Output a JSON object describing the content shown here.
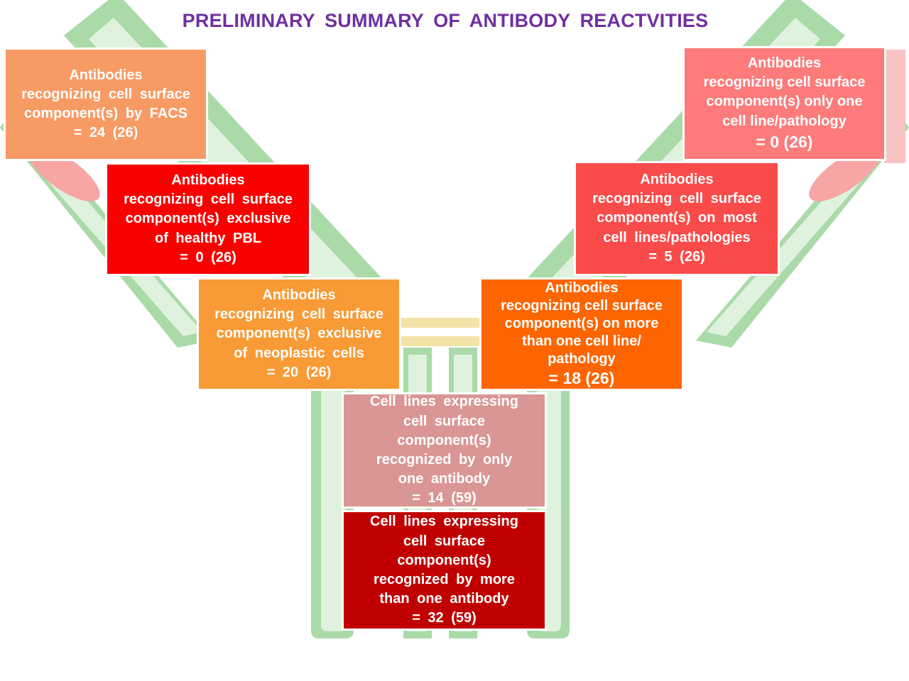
{
  "title": "PRELIMINARY  SUMMARY  OF ANTIBODY  REACTVITIES",
  "colors": {
    "title": "#7030a0",
    "antibody_shape_green": "#a8d8a8",
    "antibody_shape_pink": "#f7a5a5"
  },
  "boxes": {
    "facs": {
      "color": "#f79a64",
      "lines": [
        "Antibodies",
        "recognizing  cell  surface",
        "component(s)  by  FACS",
        "= 24  (26)"
      ]
    },
    "healthy_pbl": {
      "color": "#f80000",
      "lines": [
        "Antibodies",
        "recognizing  cell  surface",
        "component(s)  exclusive",
        "of healthy  PBL",
        "= 0 (26)"
      ]
    },
    "neoplastic": {
      "color": "#f89a35",
      "lines": [
        "Antibodies",
        "recognizing  cell  surface",
        "component(s)  exclusive",
        "of neoplastic  cells",
        "= 20 (26)"
      ]
    },
    "only_one": {
      "color": "#fd7b7b",
      "lines": [
        "Antibodies",
        "recognizing cell surface",
        "component(s) only one",
        "cell line/pathology",
        "= 0 (26)"
      ]
    },
    "most": {
      "color": "#fa4b4b",
      "lines": [
        "Antibodies",
        "recognizing  cell  surface",
        "component(s)  on most",
        "cell  lines/pathologies",
        "= 5 (26)"
      ]
    },
    "more_than_one": {
      "color": "#fd6500",
      "lines": [
        "Antibodies",
        "recognizing cell surface",
        "component(s) on more",
        "than one cell line/",
        "pathology",
        "= 18 (26)"
      ]
    },
    "cells_one_antibody": {
      "color": "#d99694",
      "lines": [
        "Cell  lines  expressing",
        "cell  surface",
        "component(s)",
        "recognized  by only",
        "one  antibody",
        "= 14  (59)"
      ]
    },
    "cells_more_antibody": {
      "color": "#c00000",
      "lines": [
        "Cell  lines  expressing",
        "cell  surface",
        "component(s)",
        "recognized  by more",
        "than  one  antibody",
        "= 32  (59)"
      ]
    }
  }
}
